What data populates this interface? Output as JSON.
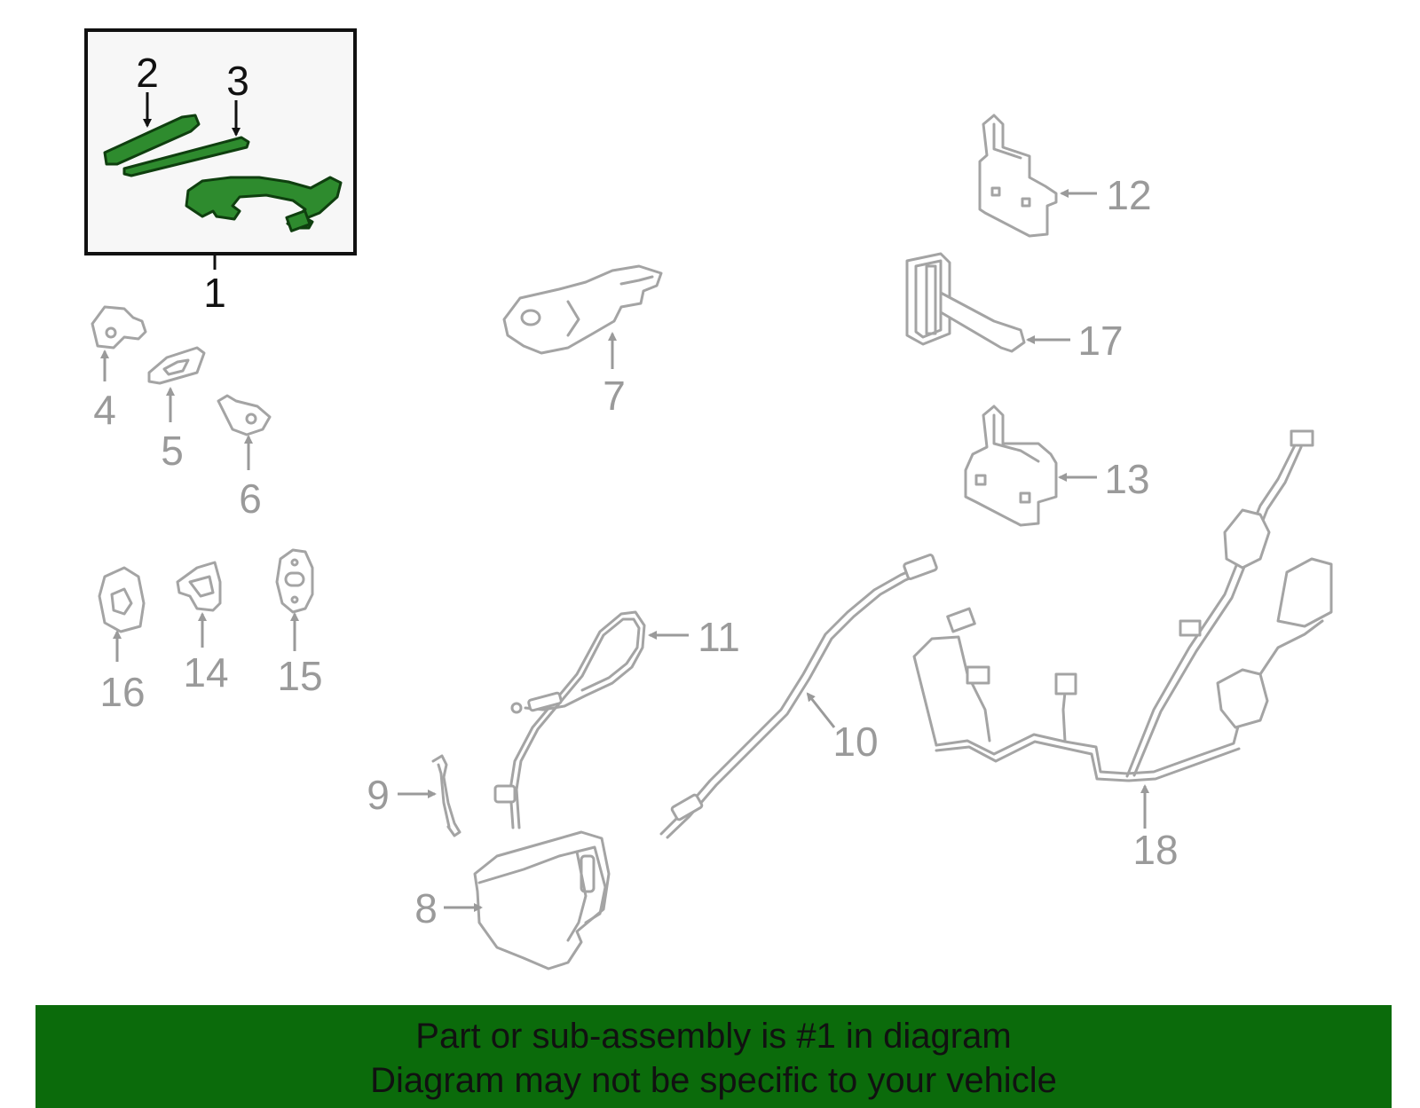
{
  "diagram": {
    "callouts": {
      "c1": "1",
      "c2": "2",
      "c3": "3",
      "c4": "4",
      "c5": "5",
      "c6": "6",
      "c7": "7",
      "c8": "8",
      "c9": "9",
      "c10": "10",
      "c11": "11",
      "c12": "12",
      "c13": "13",
      "c14": "14",
      "c15": "15",
      "c16": "16",
      "c17": "17",
      "c18": "18"
    },
    "highlight_color": "#2e8b2e",
    "part_line_color": "#a4a4a4"
  },
  "banner": {
    "line1": "Part or sub-assembly is #1 in diagram",
    "line2": "Diagram may not be specific to your vehicle",
    "background": "#0b6b0b"
  }
}
